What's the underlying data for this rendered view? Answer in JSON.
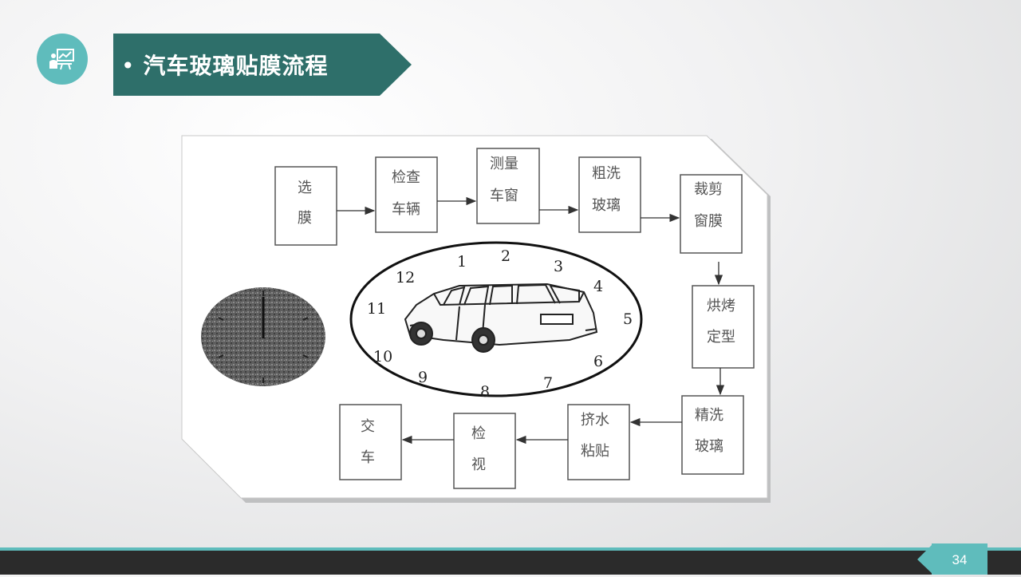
{
  "slide": {
    "title": "汽车玻璃贴膜流程",
    "bullet": "•",
    "page_number": "34"
  },
  "diagram": {
    "steps": [
      {
        "line1": "选",
        "line2": "膜"
      },
      {
        "line1": "检查",
        "line2": "车辆"
      },
      {
        "line1": "测量",
        "line2": "车窗"
      },
      {
        "line1": "粗洗",
        "line2": "玻璃"
      },
      {
        "line1": "裁剪",
        "line2": "窗膜"
      },
      {
        "line1": "烘烤",
        "line2": "定型"
      },
      {
        "line1": "精洗",
        "line2": "玻璃"
      },
      {
        "line1": "挤水",
        "line2": "粘贴"
      },
      {
        "line1": "检",
        "line2": "视"
      },
      {
        "line1": "交",
        "line2": "车"
      }
    ],
    "clock_numbers": [
      "1",
      "2",
      "3",
      "4",
      "5",
      "6",
      "7",
      "8",
      "9",
      "10",
      "11",
      "12"
    ]
  },
  "colors": {
    "accent_teal": "#5fbcbc",
    "banner_dark_teal": "#2e6f6a",
    "footer_dark": "#2b2b2b"
  },
  "icons": {
    "logo": "presentation-chart-icon"
  }
}
